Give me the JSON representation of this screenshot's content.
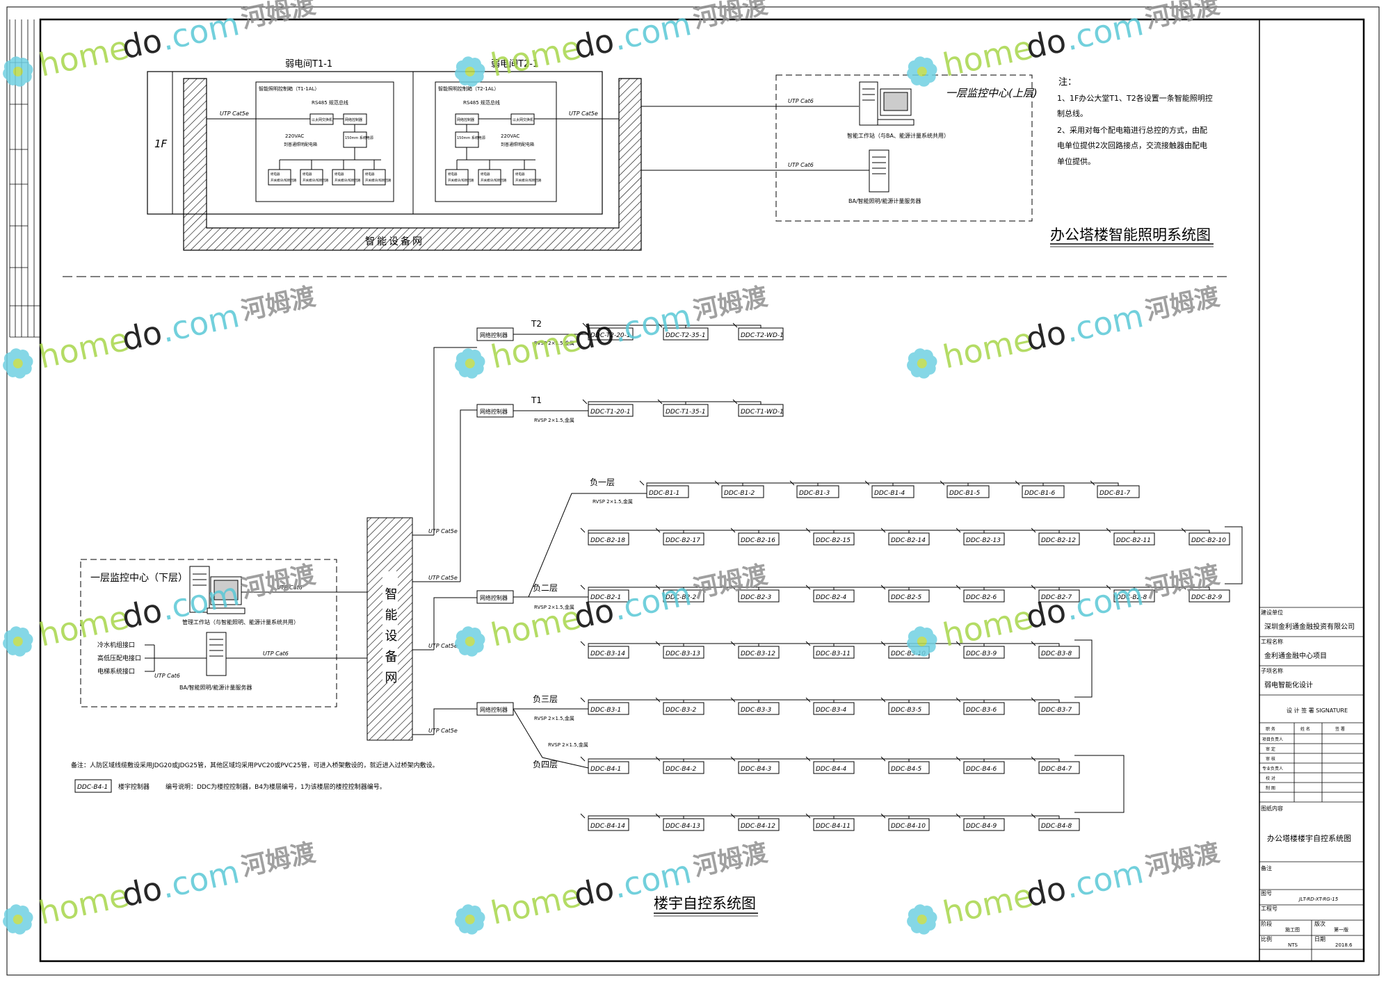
{
  "lighting": {
    "title": "办公塔楼智能照明系统图",
    "room_t1": "弱电间T1-1",
    "room_t2": "弱电间T2-1",
    "floor": "1F",
    "network": "智能设备网",
    "utp_cat5e": "UTP Cat5e",
    "utp_cat6": "UTP Cat6",
    "cab_t1": "智能照明控制箱（T1-1AL）",
    "cab_t2": "智能照明控制箱（T2-1AL）",
    "rs485": "RS485 规范总线",
    "vac": "220VAC",
    "lan_switch": "以太网交换机",
    "gateway": "网络控制器",
    "power": "150mm 系统电源",
    "distribution": "到普通照明配电箱",
    "module": "继电器",
    "module_sub": "开关模块/照明回路",
    "center_upper": "一层监控中心(上层)",
    "workstation": "智能工作站（与BA、能源计量系统共用）",
    "server": "BA/智能照明/能源计量服务器",
    "notes_title": "注：",
    "notes_1": "1、1F办公大堂T1、T2各设置一条智能照明控",
    "notes_1b": "制总线。",
    "notes_2": "2、采用对每个配电箱进行总控的方式，由配",
    "notes_2b": "电单位提供2次回路接点，交流接触器由配电",
    "notes_2c": "单位提供。"
  },
  "ba": {
    "title": "楼宇自控系统图",
    "network": "智能设备网",
    "controller": "网络控制器",
    "cable": "RVSP 2×1.5,金属",
    "utp_cat5e": "UTP Cat5e",
    "utp_cat6": "UTP Cat6",
    "center_lower": "一层监控中心（下层）",
    "workstation": "管理工作站（与智能照明、能源计量系统共用）",
    "server": "BA/智能照明/能源计量服务器",
    "interfaces": [
      "冷水机组接口",
      "高低压配电接口",
      "电梯系统接口"
    ],
    "levels": {
      "t2": "T2",
      "t1": "T1",
      "b1": "负一层",
      "b2": "负二层",
      "b3": "负三层",
      "b4": "负四层"
    },
    "ddc_t2": [
      "DDC-T2-20-1",
      "DDC-T2-35-1",
      "DDC-T2-WD-1"
    ],
    "ddc_t1": [
      "DDC-T1-20-1",
      "DDC-T1-35-1",
      "DDC-T1-WD-1"
    ],
    "ddc_b1": [
      "DDC-B1-1",
      "DDC-B1-2",
      "DDC-B1-3",
      "DDC-B1-4",
      "DDC-B1-5",
      "DDC-B1-6",
      "DDC-B1-7"
    ],
    "ddc_b2a": [
      "DDC-B2-18",
      "DDC-B2-17",
      "DDC-B2-16",
      "DDC-B2-15",
      "DDC-B2-14",
      "DDC-B2-13",
      "DDC-B2-12",
      "DDC-B2-11",
      "DDC-B2-10"
    ],
    "ddc_b2b": [
      "DDC-B2-1",
      "DDC-B2-2",
      "DDC-B2-3",
      "DDC-B2-4",
      "DDC-B2-5",
      "DDC-B2-6",
      "DDC-B2-7",
      "DDC-B2-8",
      "DDC-B2-9"
    ],
    "ddc_b3a": [
      "DDC-B3-14",
      "DDC-B3-13",
      "DDC-B3-12",
      "DDC-B3-11",
      "DDC-B3-10",
      "DDC-B3-9",
      "DDC-B3-8"
    ],
    "ddc_b3b": [
      "DDC-B3-1",
      "DDC-B3-2",
      "DDC-B3-3",
      "DDC-B3-4",
      "DDC-B3-5",
      "DDC-B3-6",
      "DDC-B3-7"
    ],
    "ddc_b4a": [
      "DDC-B4-1",
      "DDC-B4-2",
      "DDC-B4-3",
      "DDC-B4-4",
      "DDC-B4-5",
      "DDC-B4-6",
      "DDC-B4-7"
    ],
    "ddc_b4b": [
      "DDC-B4-14",
      "DDC-B4-13",
      "DDC-B4-12",
      "DDC-B4-11",
      "DDC-B4-10",
      "DDC-B4-9",
      "DDC-B4-8"
    ],
    "remark": "备注：人防区域线缆敷设采用JDG20或JDG25管，其他区域均采用PVC20或PVC25管，可进入桥架敷设的，就近进入过桥架内敷设。",
    "legend_box": "DDC-B4-1",
    "legend_name": "楼宇控制器",
    "legend_desc": "编号说明：DDC为楼控控制器，B4为楼层编号，1为该楼层的楼控控制器编号。"
  },
  "titleblock": {
    "client_label": "建设单位",
    "client": "深圳金利通金融投资有限公司",
    "project_label": "工程名称",
    "project": "金利通金融中心项目",
    "sub_label": "子项名称",
    "sub": "弱电智能化设计",
    "signature": "设 计 签 署 SIGNATURE",
    "col_duty": "职 务",
    "col_name": "姓 名",
    "col_sign": "签 署",
    "roles": [
      "项目负责人",
      "审 定",
      "审 核",
      "专业负责人",
      "校 对",
      "制 图"
    ],
    "content_label": "图纸内容",
    "content": "办公塔楼楼宇自控系统图",
    "remark_label": "备注",
    "drawing_no_label": "图号",
    "drawing_no": "JLT-RD-XT-RG-15",
    "job_label": "工程号",
    "stage_label": "阶段",
    "stage": "施工图",
    "edition_label": "版次",
    "edition": "第一版",
    "scale_label": "比例",
    "scale": "NTS",
    "date_label": "日期",
    "date": "2018.6"
  },
  "watermark": {
    "home": "home",
    "do": "do",
    "com": ".com",
    "cn": "河姆渡"
  }
}
